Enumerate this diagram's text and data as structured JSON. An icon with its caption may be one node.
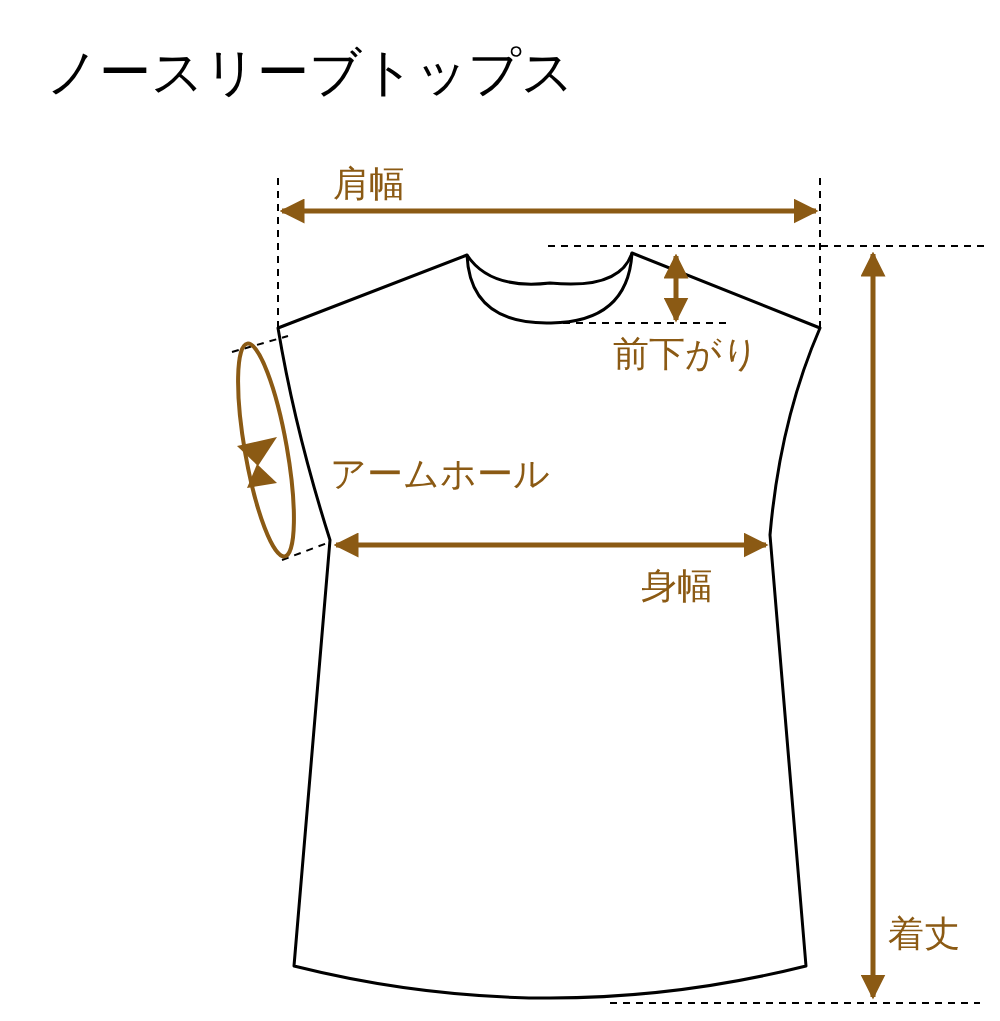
{
  "diagram": {
    "title": "ノースリーブトップス",
    "labels": [
      "肩幅",
      "前下がり",
      "アームホール",
      "身幅",
      "着丈"
    ]
  }
}
